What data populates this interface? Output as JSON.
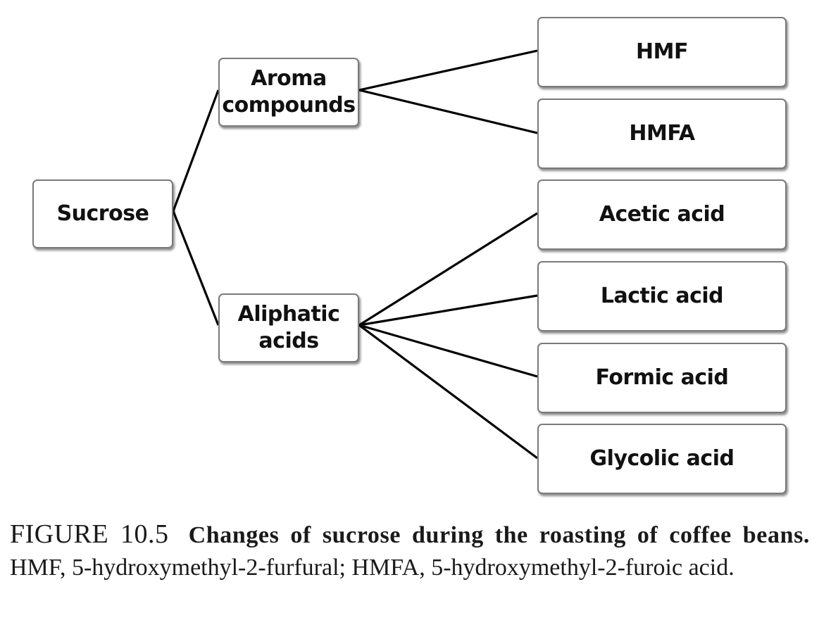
{
  "diagram": {
    "nodes": {
      "sucrose": {
        "lines": [
          "Sucrose"
        ]
      },
      "aroma": {
        "lines": [
          "Aroma",
          "compounds"
        ]
      },
      "aliphatic": {
        "lines": [
          "Aliphatic",
          "acids"
        ]
      },
      "hmf": {
        "lines": [
          "HMF"
        ]
      },
      "hmfa": {
        "lines": [
          "HMFA"
        ]
      },
      "acetic": {
        "lines": [
          "Acetic acid"
        ]
      },
      "lactic": {
        "lines": [
          "Lactic acid"
        ]
      },
      "formic": {
        "lines": [
          "Formic acid"
        ]
      },
      "glycolic": {
        "lines": [
          "Glycolic acid"
        ]
      }
    },
    "edges": [
      [
        "sucrose",
        "aroma"
      ],
      [
        "sucrose",
        "aliphatic"
      ],
      [
        "aroma",
        "hmf"
      ],
      [
        "aroma",
        "hmfa"
      ],
      [
        "aliphatic",
        "acetic"
      ],
      [
        "aliphatic",
        "lactic"
      ],
      [
        "aliphatic",
        "formic"
      ],
      [
        "aliphatic",
        "glycolic"
      ]
    ],
    "line_color": "#000000"
  },
  "caption": {
    "label": "FIGURE 10.5",
    "title": "Changes of sucrose during the roasting of coffee beans.",
    "text": " HMF, 5-hydroxymethyl-2-furfural; HMFA, 5-hydroxymethyl-2-furoic acid."
  }
}
